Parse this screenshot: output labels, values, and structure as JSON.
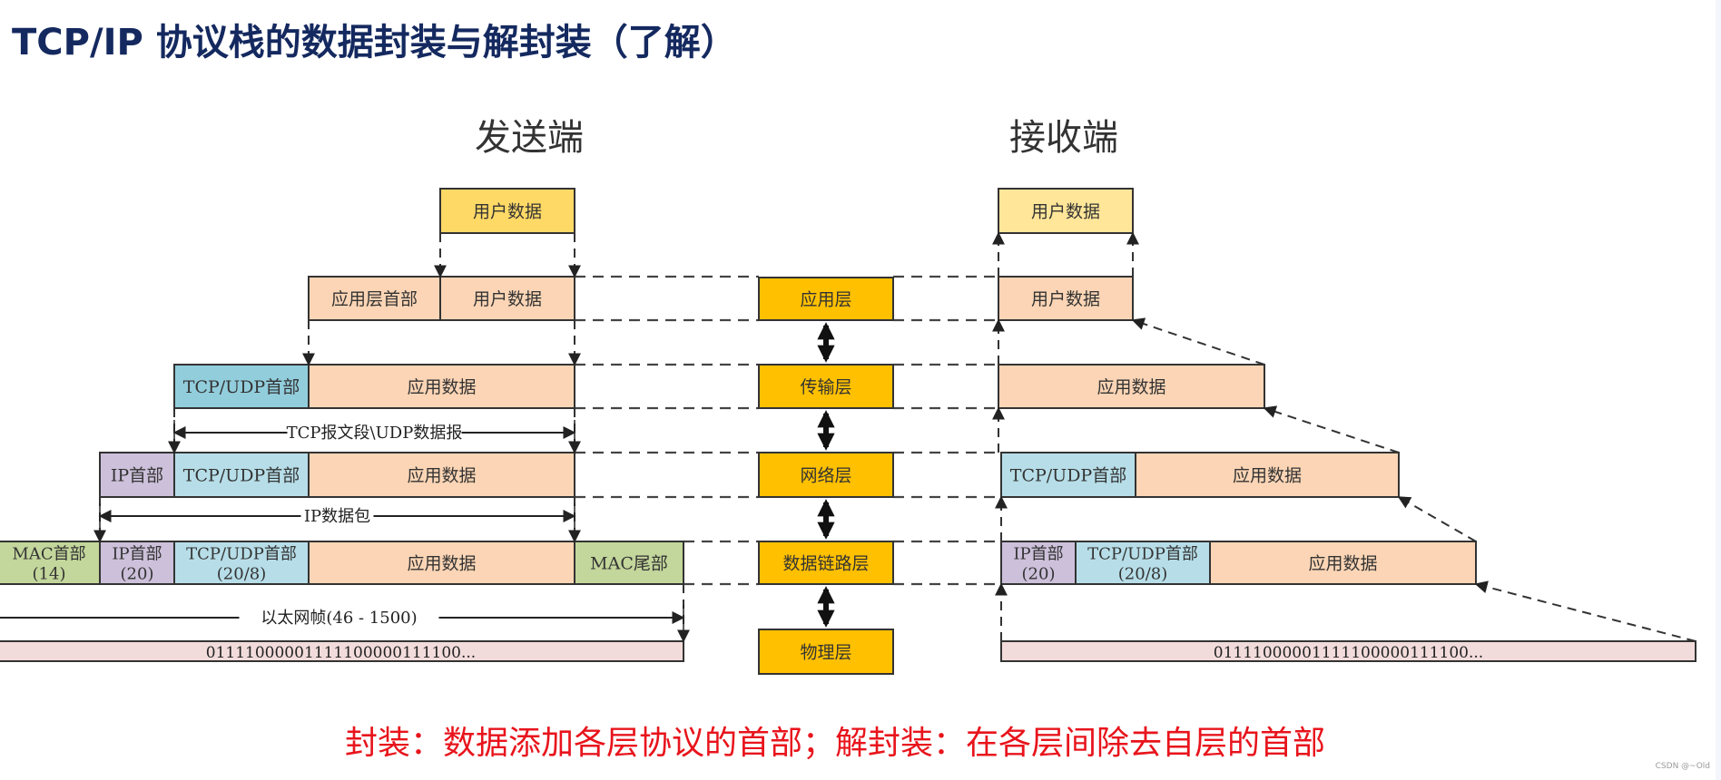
{
  "title": "TCP/IP 协议栈的数据封装与解封装（了解）",
  "caption": "封装：数据添加各层协议的首部；解封装：在各层间除去自层的首部",
  "watermark": "CSDN @~Old",
  "colors": {
    "title": "#14295f",
    "caption": "#e8141c",
    "user_data_sender": "#ffd966",
    "user_data_receiver": "#ffe699",
    "app_header": "#fbd5b5",
    "app_data": "#fbd5b5",
    "tcp_udp_header": "#92cddc",
    "tcp_udp_header_light": "#b7dee8",
    "ip_header": "#ccc0da",
    "mac": "#c3d69b",
    "layer": "#ffc000",
    "bits": "#f2dcdb",
    "line": "#333333"
  },
  "sender": {
    "title": "发送端",
    "rows": [
      {
        "name": "user-data-row",
        "blocks": [
          {
            "label": "用户数据",
            "type": "user_data_sender"
          }
        ]
      },
      {
        "name": "application-row",
        "blocks": [
          {
            "label": "应用层首部",
            "type": "app_header"
          },
          {
            "label": "用户数据",
            "type": "app_data"
          }
        ]
      },
      {
        "name": "transport-row",
        "blocks": [
          {
            "label": "TCP/UDP首部",
            "type": "tcp_udp_header"
          },
          {
            "label": "应用数据",
            "type": "app_data"
          }
        ]
      },
      {
        "name": "network-row",
        "blocks": [
          {
            "label": "IP首部",
            "type": "ip_header"
          },
          {
            "label": "TCP/UDP首部",
            "type": "tcp_udp_header_light"
          },
          {
            "label": "应用数据",
            "type": "app_data"
          }
        ]
      },
      {
        "name": "datalink-row",
        "blocks": [
          {
            "label": "MAC首部",
            "sub": "(14)",
            "type": "mac"
          },
          {
            "label": "IP首部",
            "sub": "(20)",
            "type": "ip_header"
          },
          {
            "label": "TCP/UDP首部",
            "sub": "(20/8)",
            "type": "tcp_udp_header_light"
          },
          {
            "label": "应用数据",
            "type": "app_data"
          },
          {
            "label": "MAC尾部",
            "type": "mac"
          }
        ]
      },
      {
        "name": "bits-row",
        "blocks": [
          {
            "label": "01111000001111100000111100...",
            "type": "bits"
          }
        ]
      }
    ],
    "spans": [
      {
        "name": "tcp-segment-span",
        "label": "TCP报文段\\UDP数据报"
      },
      {
        "name": "ip-packet-span",
        "label": "IP数据包"
      },
      {
        "name": "ethernet-frame-span",
        "label": "以太网帧(46 - 1500)"
      }
    ]
  },
  "layers": [
    {
      "label": "应用层"
    },
    {
      "label": "传输层"
    },
    {
      "label": "网络层"
    },
    {
      "label": "数据链路层"
    },
    {
      "label": "物理层"
    }
  ],
  "receiver": {
    "title": "接收端",
    "rows": [
      {
        "name": "user-data-row",
        "blocks": [
          {
            "label": "用户数据",
            "type": "user_data_receiver"
          }
        ]
      },
      {
        "name": "application-row",
        "blocks": [
          {
            "label": "用户数据",
            "type": "app_data"
          }
        ]
      },
      {
        "name": "transport-row",
        "blocks": [
          {
            "label": "应用数据",
            "type": "app_data"
          }
        ]
      },
      {
        "name": "network-row",
        "blocks": [
          {
            "label": "TCP/UDP首部",
            "type": "tcp_udp_header_light"
          },
          {
            "label": "应用数据",
            "type": "app_data"
          }
        ]
      },
      {
        "name": "datalink-row",
        "blocks": [
          {
            "label": "IP首部",
            "sub": "(20)",
            "type": "ip_header"
          },
          {
            "label": "TCP/UDP首部",
            "sub": "(20/8)",
            "type": "tcp_udp_header_light"
          },
          {
            "label": "应用数据",
            "type": "app_data"
          }
        ]
      },
      {
        "name": "bits-row",
        "blocks": [
          {
            "label": "01111000001111100000111100...",
            "type": "bits"
          }
        ]
      }
    ]
  }
}
